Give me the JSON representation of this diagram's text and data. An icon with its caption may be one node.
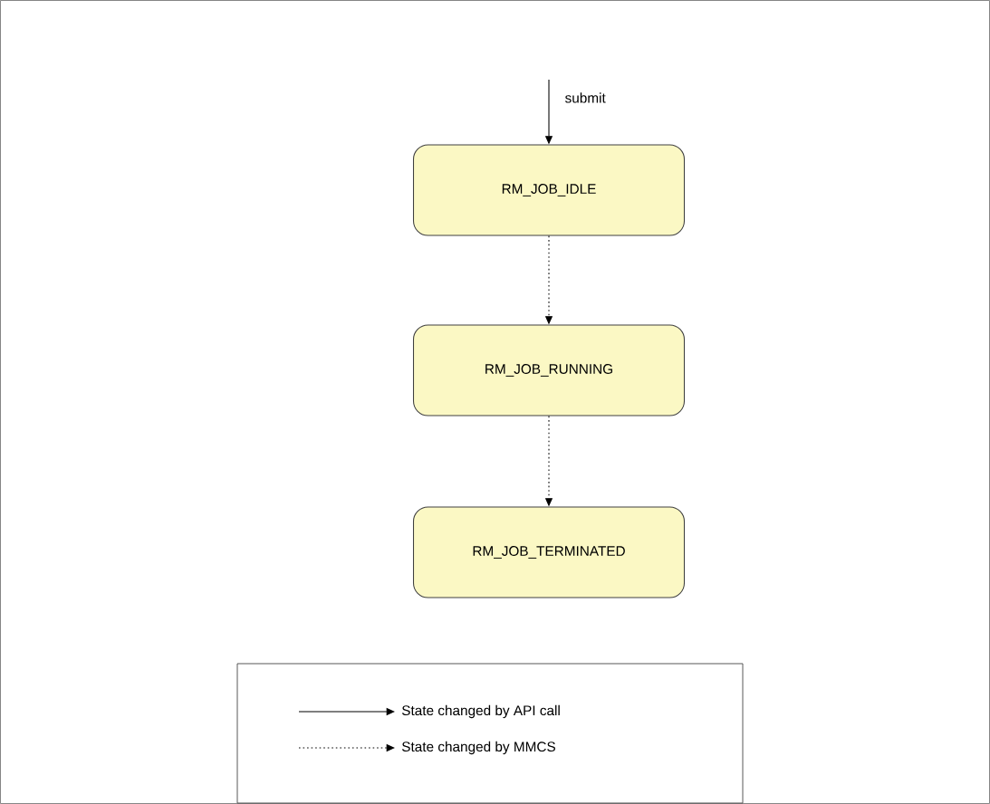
{
  "diagram": {
    "nodes": [
      {
        "text": [
          "RM_JOB_IDLE"
        ]
      },
      {
        "text": [
          "RM_JOB_RUNNING"
        ]
      },
      {
        "text": [
          "RM_JOB_TERMINATED"
        ]
      }
    ],
    "edges": [
      {
        "from": null,
        "to": 0,
        "arrow": "to",
        "label": "submit"
      },
      {
        "from": 0,
        "to": 1,
        "arrow": "to",
        "style": "dashed"
      },
      {
        "from": 1,
        "to": 2,
        "arrow": "to",
        "style": "dashed"
      }
    ],
    "legend": [
      {
        "text": "State changed by API call"
      },
      {
        "text": "State changed by MMCS"
      }
    ]
  }
}
